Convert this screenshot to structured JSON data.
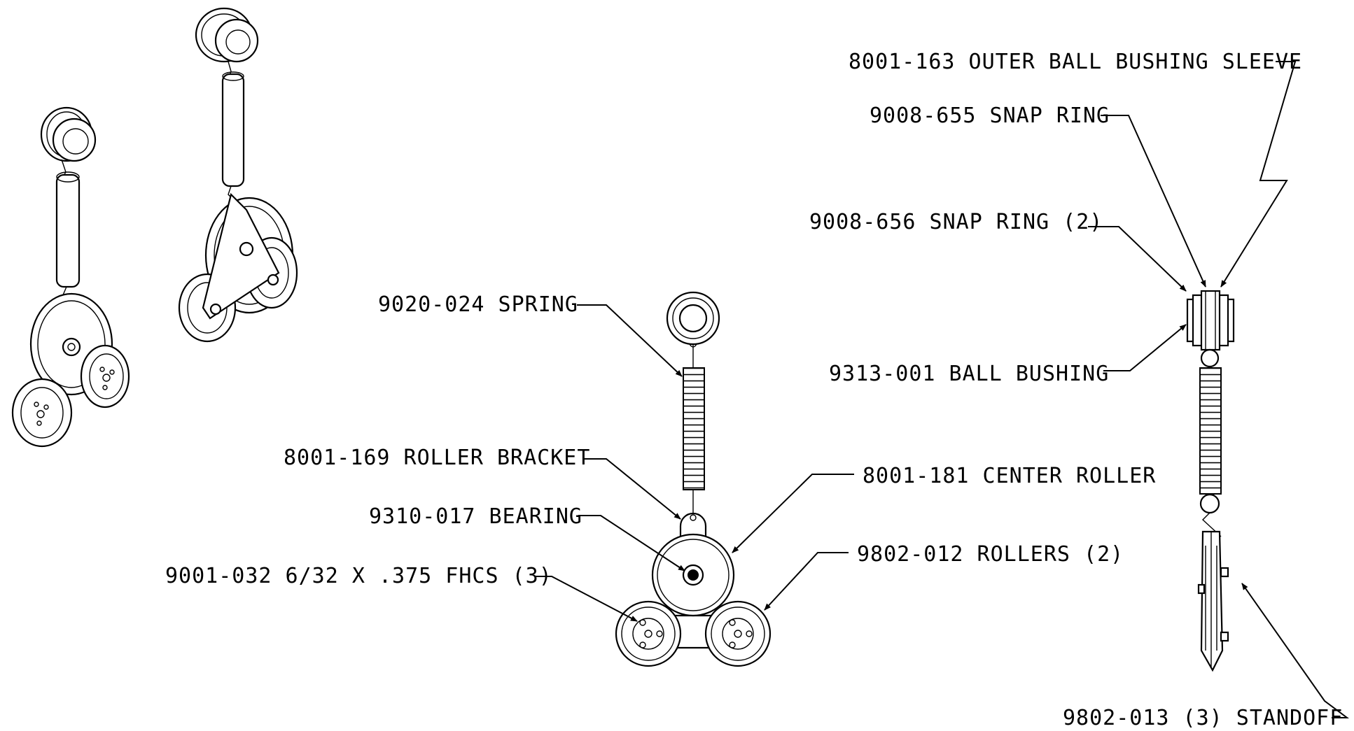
{
  "callouts": {
    "outer_ball_bushing_sleeve": "8001-163 OUTER BALL BUSHING SLEEVE",
    "snap_ring_655": "9008-655 SNAP RING",
    "snap_ring_656": "9008-656 SNAP RING (2)",
    "ball_bushing": "9313-001 BALL BUSHING",
    "spring": "9020-024 SPRING",
    "roller_bracket": "8001-169 ROLLER BRACKET",
    "center_roller": "8001-181 CENTER ROLLER",
    "bearing": "9310-017 BEARING",
    "rollers": "9802-012 ROLLERS (2)",
    "fhcs": "9001-032 6/32 X .375 FHCS (3)",
    "standoff": "9802-013 (3) STANDOFF"
  }
}
